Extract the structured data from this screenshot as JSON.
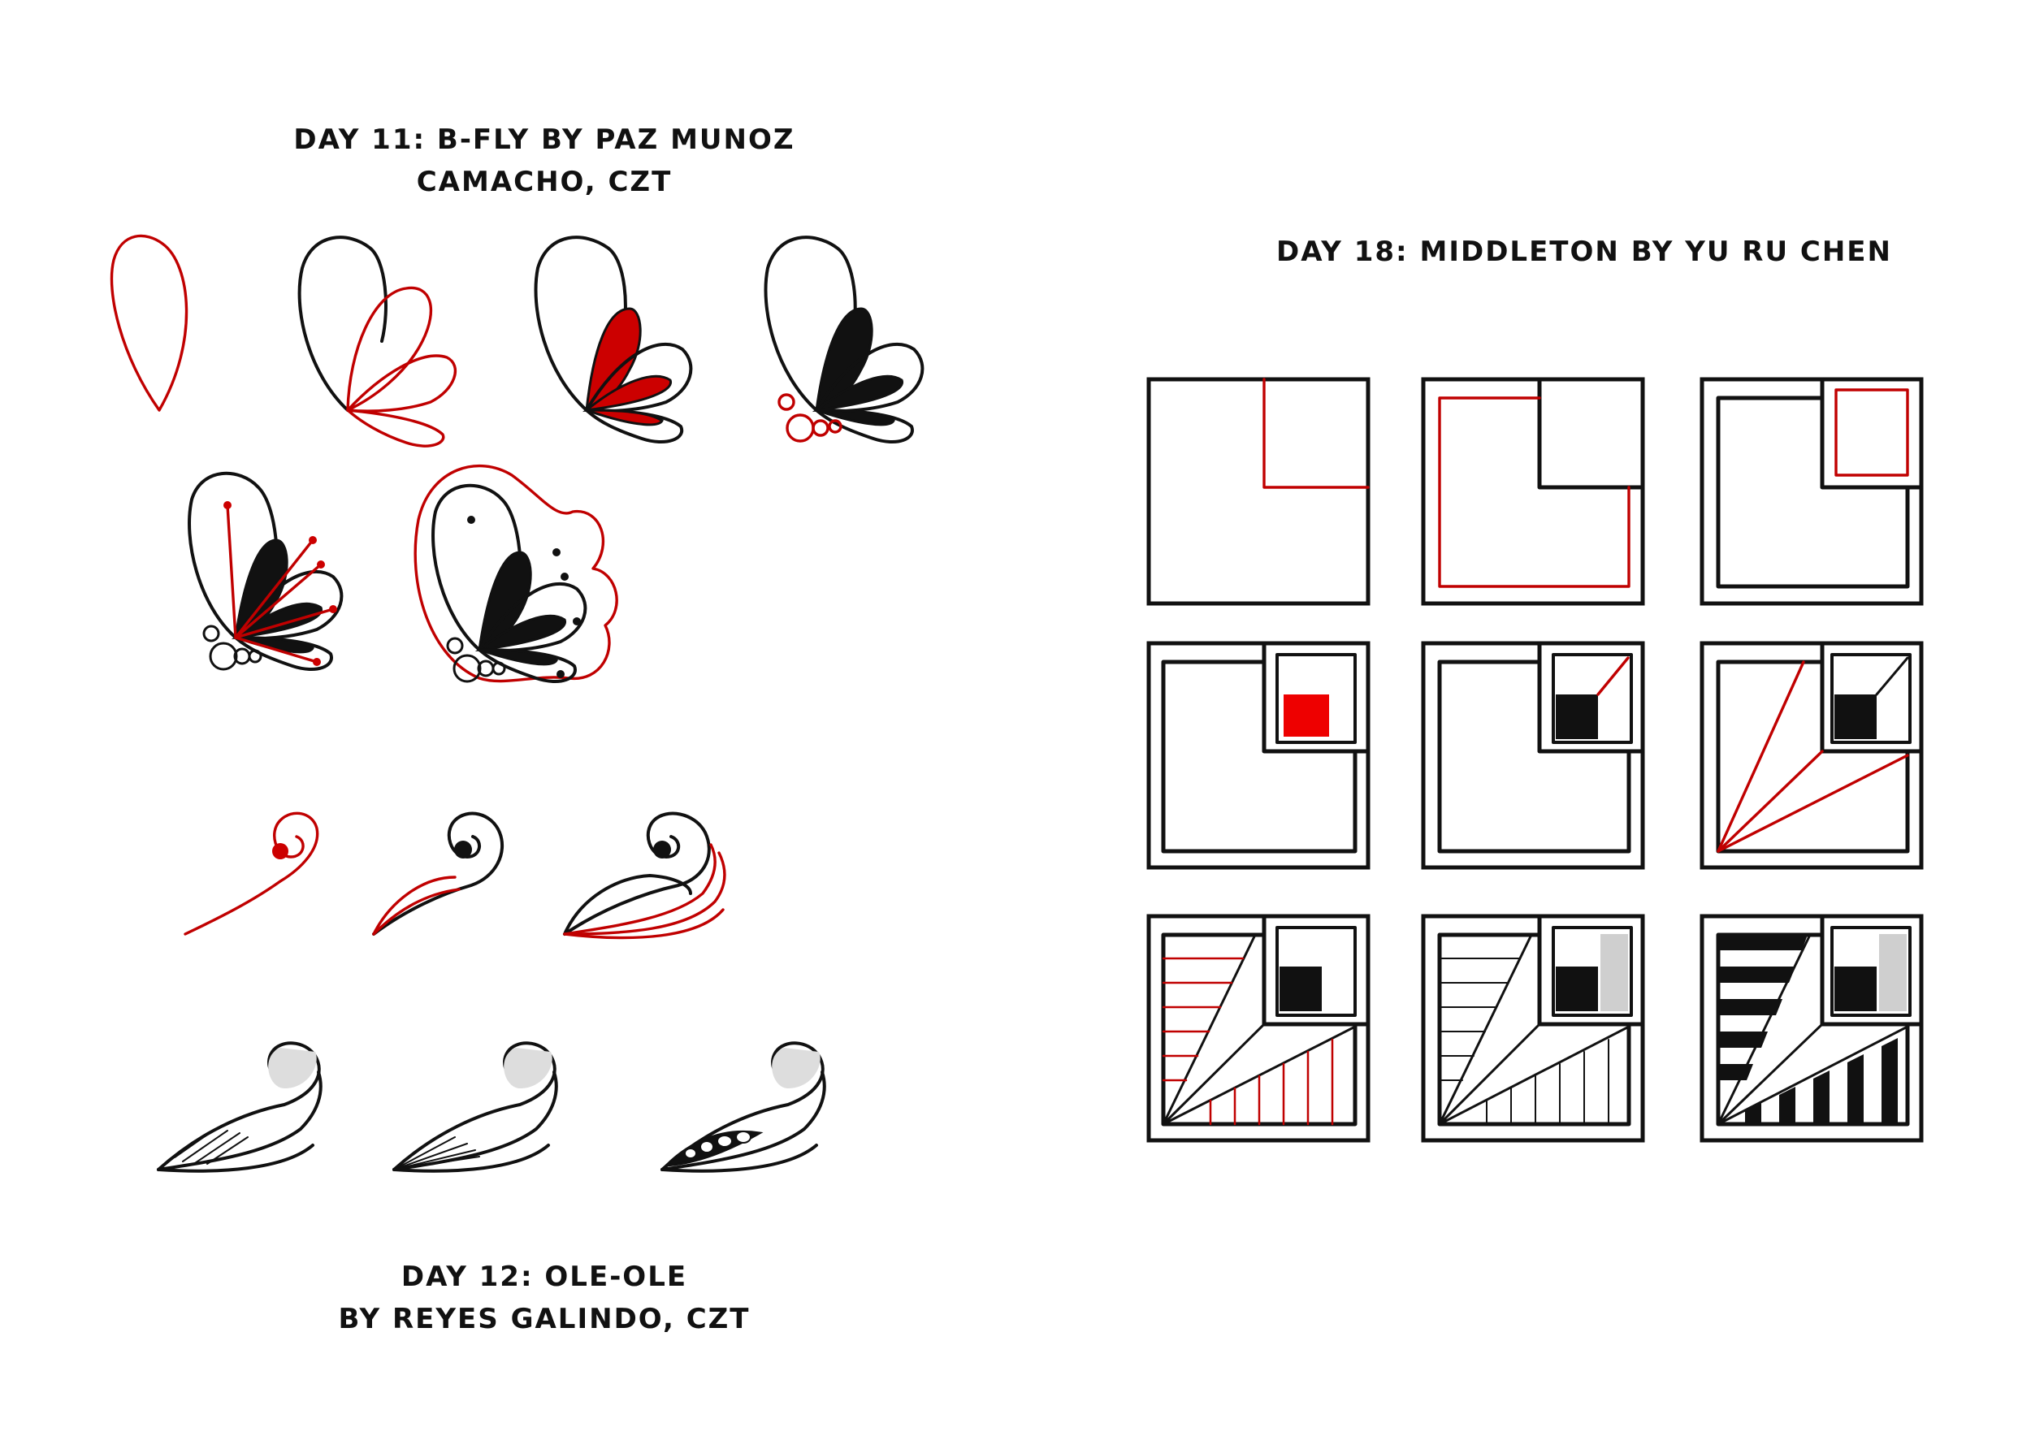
{
  "sections": {
    "bfly": {
      "title_line1": "DAY 11: B-FLY BY PAZ MUNOZ",
      "title_line2": "CAMACHO, CZT"
    },
    "oleole": {
      "title_line1": "DAY 12: OLE-OLE",
      "title_line2": "BY REYES GALINDO, CZT"
    },
    "middleton": {
      "title_line1": "DAY 18: MIDDLETON BY YU RU CHEN"
    }
  },
  "colors": {
    "ink": "#111111",
    "accent_red": "#cc0000",
    "paper": "#ffffff"
  },
  "steps": {
    "bfly_count": 6,
    "oleole_count": 6,
    "middleton_count": 9
  }
}
